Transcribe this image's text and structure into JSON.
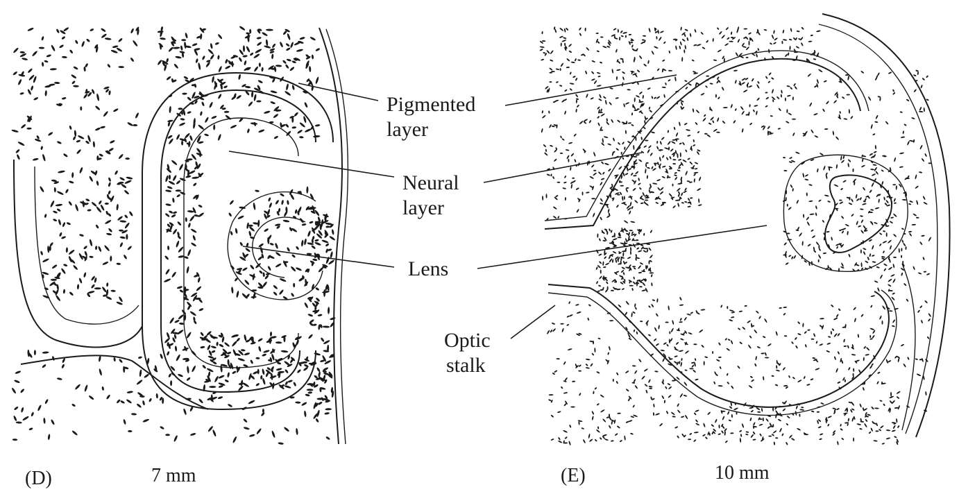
{
  "panels": [
    {
      "letter": "(D)",
      "stage": "7 mm"
    },
    {
      "letter": "(E)",
      "stage": "10 mm"
    }
  ],
  "labels": {
    "pigmented_line1": "Pigmented",
    "pigmented_line2": "layer",
    "neural_line1": "Neural",
    "neural_line2": "layer",
    "lens": "Lens",
    "optic_line1": "Optic",
    "optic_line2": "stalk"
  },
  "colors": {
    "ink": "#1a1a1a",
    "background": "#ffffff"
  }
}
